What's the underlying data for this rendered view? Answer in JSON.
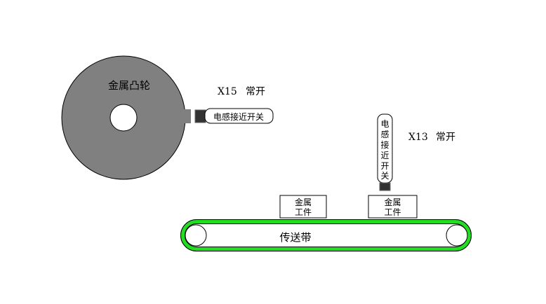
{
  "cam": {
    "label": "金属凸轮",
    "color": "#808080"
  },
  "sensor_top": {
    "label": "电感接近开关",
    "address": "X15",
    "state": "常开"
  },
  "sensor_right": {
    "label_chars": [
      "电",
      "感",
      "接",
      "近",
      "开",
      "关"
    ],
    "address": "X13",
    "state": "常开"
  },
  "workpieces": [
    {
      "line1": "金属",
      "line2": "工件"
    },
    {
      "line1": "金属",
      "line2": "工件"
    }
  ],
  "conveyor": {
    "label": "传送带",
    "color": "#22dd22"
  },
  "sensor_head_color": "#333333"
}
